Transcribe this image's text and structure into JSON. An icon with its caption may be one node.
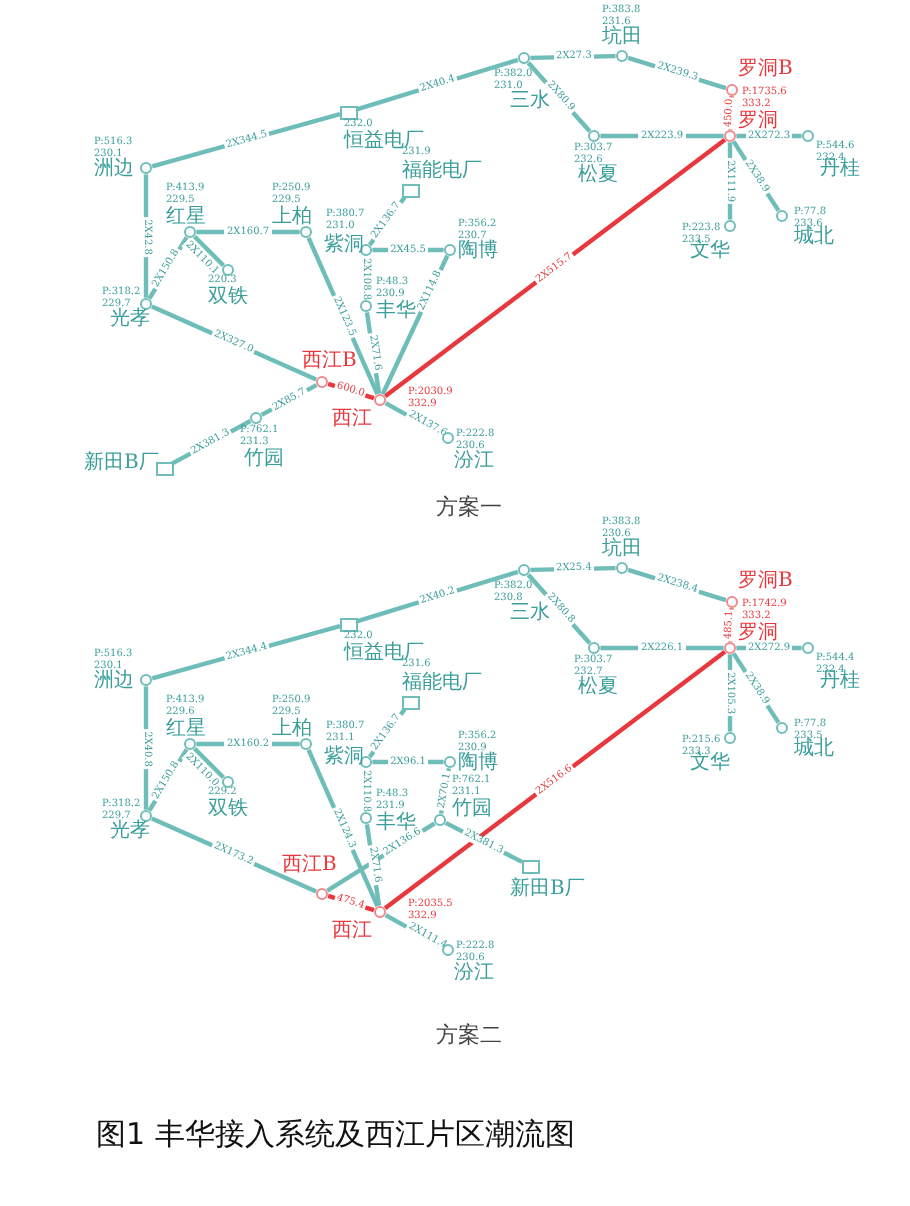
{
  "diagram": {
    "caption": "图1 丰华接入系统及西江片区潮流图",
    "nodes": [
      {
        "text": [
          "洲边"
        ],
        "beside": [
          "P:516.3",
          "230.1"
        ]
      },
      {
        "text": [
          "恒益电厂"
        ],
        "beside": [
          "232.0"
        ]
      },
      {
        "text": [
          "三水"
        ],
        "beside": [
          "P:382.0",
          "231.0"
        ]
      },
      {
        "text": [
          "坑田"
        ],
        "beside": [
          "P:383.8",
          "231.6"
        ]
      },
      {
        "text": [
          "罗洞B"
        ],
        "beside": [
          "P:1735.6",
          "333.2"
        ]
      },
      {
        "text": [
          "罗洞"
        ]
      },
      {
        "text": [
          "丹桂"
        ],
        "beside": [
          "P:544.6",
          "232.4"
        ]
      },
      {
        "text": [
          "松夏"
        ],
        "beside": [
          "P:303.7",
          "232.6"
        ]
      },
      {
        "text": [
          "文华"
        ],
        "beside": [
          "P:223.8",
          "233.5"
        ]
      },
      {
        "text": [
          "城北"
        ],
        "beside": [
          "P:77.8",
          "233.6"
        ]
      },
      {
        "text": [
          "红星"
        ],
        "beside": [
          "P:413.9",
          "229.5"
        ]
      },
      {
        "text": [
          "双铁"
        ],
        "beside": [
          "220.3"
        ]
      },
      {
        "text": [
          "上柏"
        ],
        "beside": [
          "P:250.9",
          "229.5"
        ]
      },
      {
        "text": [
          "紫洞"
        ],
        "beside": [
          "P:380.7",
          "231.0"
        ]
      },
      {
        "text": [
          "福能电厂"
        ],
        "beside": [
          "231.9"
        ]
      },
      {
        "text": [
          "陶博"
        ],
        "beside": [
          "P:356.2",
          "230.7"
        ]
      },
      {
        "text": [
          "丰华"
        ],
        "beside": [
          "P:48.3",
          "230.9"
        ]
      },
      {
        "text": [
          "光孝"
        ],
        "beside": [
          "P:318.2",
          "229.7"
        ]
      },
      {
        "text": [
          "西江B"
        ]
      },
      {
        "text": [
          "西江"
        ],
        "beside": [
          "P:2030.9",
          "332.9"
        ]
      },
      {
        "text": [
          "汾江"
        ],
        "beside": [
          "P:222.8",
          "230.6"
        ]
      },
      {
        "text": [
          "竹园"
        ],
        "beside": [
          "P:762.1",
          "231.3"
        ]
      },
      {
        "text": [
          "新田B厂"
        ]
      },
      {
        "text": [
          "洲边"
        ],
        "beside": [
          "P:516.3",
          "230.1"
        ]
      },
      {
        "text": [
          "恒益电厂"
        ],
        "beside": [
          "232.0"
        ]
      },
      {
        "text": [
          "三水"
        ],
        "beside": [
          "P:382.0",
          "230.8"
        ]
      },
      {
        "text": [
          "坑田"
        ],
        "beside": [
          "P:383.8",
          "230.6"
        ]
      },
      {
        "text": [
          "罗洞B"
        ],
        "beside": [
          "P:1742.9",
          "333.2"
        ]
      },
      {
        "text": [
          "罗洞"
        ]
      },
      {
        "text": [
          "丹桂"
        ],
        "beside": [
          "P:544.4",
          "232.4"
        ]
      },
      {
        "text": [
          "松夏"
        ],
        "beside": [
          "P:303.7",
          "232.7"
        ]
      },
      {
        "text": [
          "文华"
        ],
        "beside": [
          "P:215.6",
          "233.3"
        ]
      },
      {
        "text": [
          "城北"
        ],
        "beside": [
          "P:77.8",
          "233.5"
        ]
      },
      {
        "text": [
          "红星"
        ],
        "beside": [
          "P:413.9",
          "229.6"
        ]
      },
      {
        "text": [
          "双铁"
        ],
        "beside": [
          "229.2"
        ]
      },
      {
        "text": [
          "上柏"
        ],
        "beside": [
          "P:250.9",
          "229.5"
        ]
      },
      {
        "text": [
          "紫洞"
        ],
        "beside": [
          "P:380.7",
          "231.1"
        ]
      },
      {
        "text": [
          "福能电厂"
        ],
        "beside": [
          "231.6"
        ]
      },
      {
        "text": [
          "陶博"
        ],
        "beside": [
          "P:356.2",
          "230.9"
        ]
      },
      {
        "text": [
          "丰华"
        ],
        "beside": [
          "P:48.3",
          "231.9"
        ]
      },
      {
        "text": [
          "光孝"
        ],
        "beside": [
          "P:318.2",
          "229.7"
        ]
      },
      {
        "text": [
          "西江B"
        ]
      },
      {
        "text": [
          "西江"
        ],
        "beside": [
          "P:2035.5",
          "332.9"
        ]
      },
      {
        "text": [
          "汾江"
        ],
        "beside": [
          "P:222.8",
          "230.6"
        ]
      },
      {
        "text": [
          "竹园"
        ],
        "beside": [
          "P:762.1",
          "231.1"
        ]
      },
      {
        "text": [
          "新田B厂"
        ]
      }
    ],
    "edges": [
      {
        "from": 0,
        "to": 1,
        "arrow": "none",
        "label": "2X344.5"
      },
      {
        "from": 1,
        "to": 2,
        "arrow": "none",
        "label": "2X40.4"
      },
      {
        "from": 2,
        "to": 3,
        "arrow": "none",
        "label": "2X27.3"
      },
      {
        "from": 3,
        "to": 4,
        "arrow": "none",
        "label": "2X239.3"
      },
      {
        "from": 2,
        "to": 7,
        "arrow": "none",
        "label": "2X80.9"
      },
      {
        "from": 7,
        "to": 5,
        "arrow": "none",
        "label": "2X223.9"
      },
      {
        "from": 4,
        "to": 5,
        "arrow": "none",
        "label": "450.0",
        "color": "#e8383d"
      },
      {
        "from": 5,
        "to": 6,
        "arrow": "none",
        "label": "2X272.3"
      },
      {
        "from": 5,
        "to": 8,
        "arrow": "none",
        "label": "2X111.9"
      },
      {
        "from": 5,
        "to": 9,
        "arrow": "none",
        "label": "2X38.9"
      },
      {
        "from": 19,
        "to": 5,
        "arrow": "none",
        "label": "2X515.7",
        "color": "#e8383d"
      },
      {
        "from": 0,
        "to": 17,
        "arrow": "none",
        "label": "2X42.8"
      },
      {
        "from": 17,
        "to": 10,
        "arrow": "none",
        "label": "2X150.8"
      },
      {
        "from": 10,
        "to": 12,
        "arrow": "none",
        "label": "2X160.7"
      },
      {
        "from": 10,
        "to": 11,
        "arrow": "none",
        "label": "2X110.1"
      },
      {
        "from": 12,
        "to": 19,
        "arrow": "none",
        "label": "2X123.5"
      },
      {
        "from": 17,
        "to": 18,
        "arrow": "none",
        "label": "2X327.0"
      },
      {
        "from": 18,
        "to": 19,
        "arrow": "none",
        "label": "600.0",
        "color": "#e8383d"
      },
      {
        "from": 18,
        "to": 21,
        "arrow": "none",
        "label": "2X85.7"
      },
      {
        "from": 21,
        "to": 22,
        "arrow": "none",
        "label": "2X381.3"
      },
      {
        "from": 13,
        "to": 14,
        "arrow": "none",
        "label": "2X136.7"
      },
      {
        "from": 13,
        "to": 15,
        "arrow": "none",
        "label": "2X45.5"
      },
      {
        "from": 13,
        "to": 16,
        "arrow": "none",
        "label": "2X108.8"
      },
      {
        "from": 16,
        "to": 19,
        "arrow": "none",
        "label": "2X71.6"
      },
      {
        "from": 15,
        "to": 19,
        "arrow": "none",
        "label": "2X114.8"
      },
      {
        "from": 19,
        "to": 20,
        "arrow": "none",
        "label": "2X137.6"
      },
      {
        "from": 23,
        "to": 24,
        "arrow": "none",
        "label": "2X344.4"
      },
      {
        "from": 24,
        "to": 25,
        "arrow": "none",
        "label": "2X40.2"
      },
      {
        "from": 25,
        "to": 26,
        "arrow": "none",
        "label": "2X25.4"
      },
      {
        "from": 26,
        "to": 27,
        "arrow": "none",
        "label": "2X238.4"
      },
      {
        "from": 25,
        "to": 30,
        "arrow": "none",
        "label": "2X80.8"
      },
      {
        "from": 30,
        "to": 28,
        "arrow": "none",
        "label": "2X226.1"
      },
      {
        "from": 27,
        "to": 28,
        "arrow": "none",
        "label": "485.1",
        "color": "#e8383d"
      },
      {
        "from": 28,
        "to": 29,
        "arrow": "none",
        "label": "2X272.9"
      },
      {
        "from": 28,
        "to": 31,
        "arrow": "none",
        "label": "2X105.3"
      },
      {
        "from": 28,
        "to": 32,
        "arrow": "none",
        "label": "2X38.9"
      },
      {
        "from": 42,
        "to": 28,
        "arrow": "none",
        "label": "2X516.6",
        "color": "#e8383d"
      },
      {
        "from": 23,
        "to": 40,
        "arrow": "none",
        "label": "2X40.8"
      },
      {
        "from": 40,
        "to": 33,
        "arrow": "none",
        "label": "2X150.8"
      },
      {
        "from": 33,
        "to": 35,
        "arrow": "none",
        "label": "2X160.2"
      },
      {
        "from": 33,
        "to": 34,
        "arrow": "none",
        "label": "2X110.0"
      },
      {
        "from": 35,
        "to": 42,
        "arrow": "none",
        "label": "2X124.3"
      },
      {
        "from": 40,
        "to": 41,
        "arrow": "none",
        "label": "2X173.2"
      },
      {
        "from": 41,
        "to": 42,
        "arrow": "none",
        "label": "475.4",
        "color": "#e8383d"
      },
      {
        "from": 41,
        "to": 44,
        "arrow": "none",
        "label": "2X136.6"
      },
      {
        "from": 44,
        "to": 45,
        "arrow": "none",
        "label": "2X381.3"
      },
      {
        "from": 36,
        "to": 37,
        "arrow": "none",
        "label": "2X136.7"
      },
      {
        "from": 36,
        "to": 38,
        "arrow": "none",
        "label": "2X96.1"
      },
      {
        "from": 38,
        "to": 44,
        "arrow": "none",
        "label": "2X70.1"
      },
      {
        "from": 36,
        "to": 39,
        "arrow": "none",
        "label": "2X110.8"
      },
      {
        "from": 39,
        "to": 42,
        "arrow": "none",
        "label": "2X71.6"
      },
      {
        "from": 42,
        "to": 43,
        "arrow": "none",
        "label": "2X111.4"
      }
    ],
    "labels": [
      "方案一",
      "方案二"
    ]
  }
}
